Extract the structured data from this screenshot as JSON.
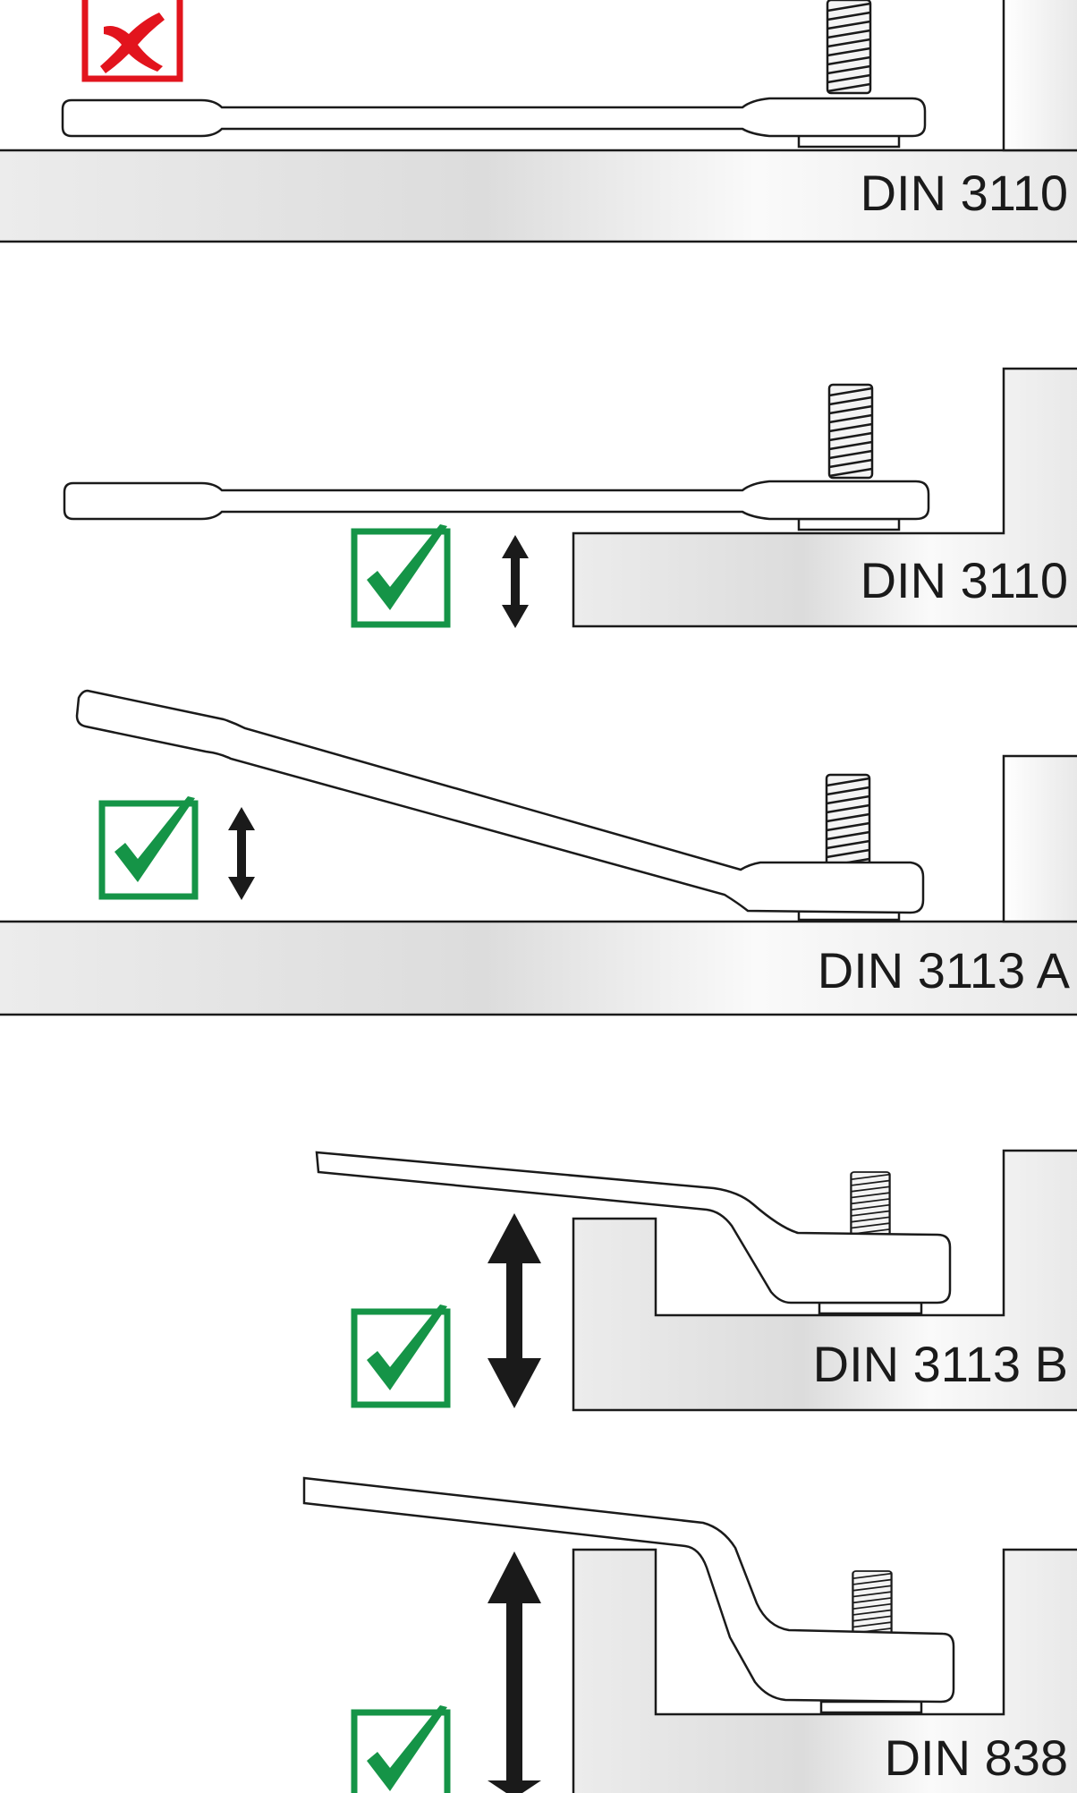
{
  "panels": [
    {
      "id": "panel-1",
      "label": "DIN 3110",
      "verdict": "not-suitable",
      "verdict_icon": "x-mark-icon"
    },
    {
      "id": "panel-2",
      "label": "DIN 3110",
      "verdict": "suitable",
      "verdict_icon": "check-mark-icon"
    },
    {
      "id": "panel-3",
      "label": "DIN 3113 A",
      "verdict": "suitable",
      "verdict_icon": "check-mark-icon"
    },
    {
      "id": "panel-4",
      "label": "DIN 3113 B",
      "verdict": "suitable",
      "verdict_icon": "check-mark-icon"
    },
    {
      "id": "panel-5",
      "label": "DIN 838",
      "verdict": "suitable",
      "verdict_icon": "check-mark-icon"
    }
  ],
  "colors": {
    "ok_green": "#159447",
    "bad_red": "#e2141d",
    "outline": "#1a1a1a",
    "surface_light": "#f2f2f2",
    "surface_mid": "#d9d9d9"
  }
}
